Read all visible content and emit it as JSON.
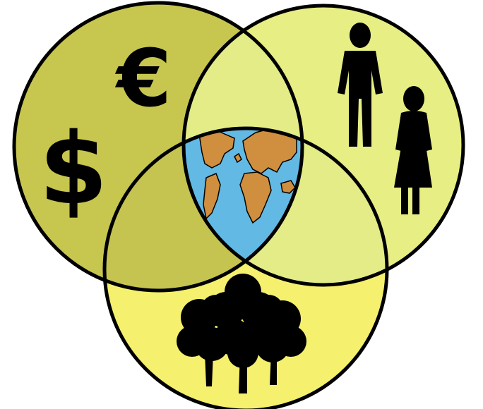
{
  "diagram": {
    "type": "venn",
    "sets": [
      {
        "id": "economy",
        "icon": "currency-icon",
        "symbols": [
          "€",
          "$"
        ],
        "color": "#c7c64f"
      },
      {
        "id": "society",
        "icon": "people-icon",
        "color": "#e6ee84"
      },
      {
        "id": "environment",
        "icon": "trees-icon",
        "color": "#f5f06e"
      }
    ],
    "center": {
      "icon": "globe-icon",
      "ocean_color": "#62b9e4",
      "land_color": "#d08e3f"
    },
    "overlap_colors": {
      "economy_society": "#e3ec87",
      "economy_environment": "#c6c450",
      "society_environment": "#e3ec87"
    },
    "outline_color": "#000000"
  }
}
